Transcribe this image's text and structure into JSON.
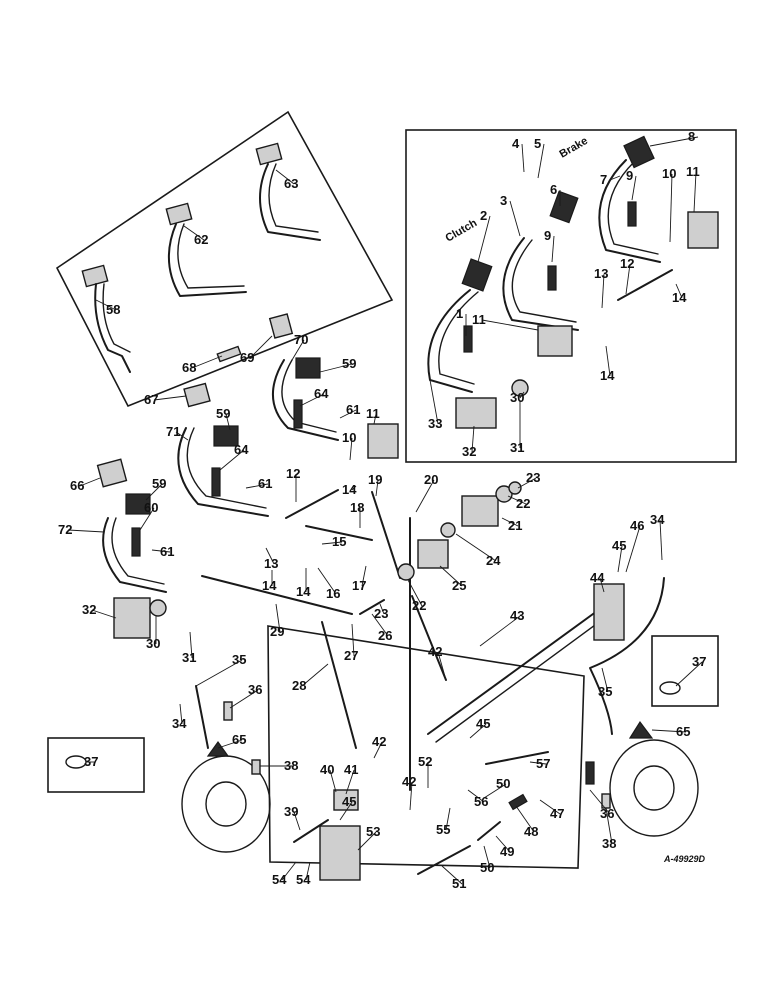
{
  "figure_id": "A-49929D",
  "words": {
    "clutch": "Clutch",
    "brake": "Brake"
  },
  "callouts": [
    "1",
    "2",
    "3",
    "4",
    "5",
    "6",
    "7",
    "8",
    "9",
    "9",
    "10",
    "10",
    "11",
    "11",
    "11",
    "12",
    "12",
    "13",
    "13",
    "14",
    "14",
    "14",
    "14",
    "14",
    "15",
    "16",
    "17",
    "18",
    "19",
    "20",
    "21",
    "22",
    "22",
    "23",
    "23",
    "24",
    "25",
    "26",
    "27",
    "28",
    "29",
    "30",
    "30",
    "31",
    "31",
    "32",
    "32",
    "33",
    "34",
    "34",
    "35",
    "35",
    "36",
    "36",
    "37",
    "37",
    "38",
    "38",
    "39",
    "40",
    "41",
    "42",
    "42",
    "42",
    "43",
    "44",
    "45",
    "45",
    "45",
    "46",
    "47",
    "48",
    "49",
    "50",
    "50",
    "51",
    "52",
    "53",
    "54",
    "54",
    "55",
    "56",
    "57",
    "58",
    "59",
    "59",
    "59",
    "60",
    "61",
    "61",
    "61",
    "62",
    "63",
    "64",
    "64",
    "65",
    "65",
    "66",
    "67",
    "68",
    "69",
    "70",
    "71",
    "72"
  ]
}
